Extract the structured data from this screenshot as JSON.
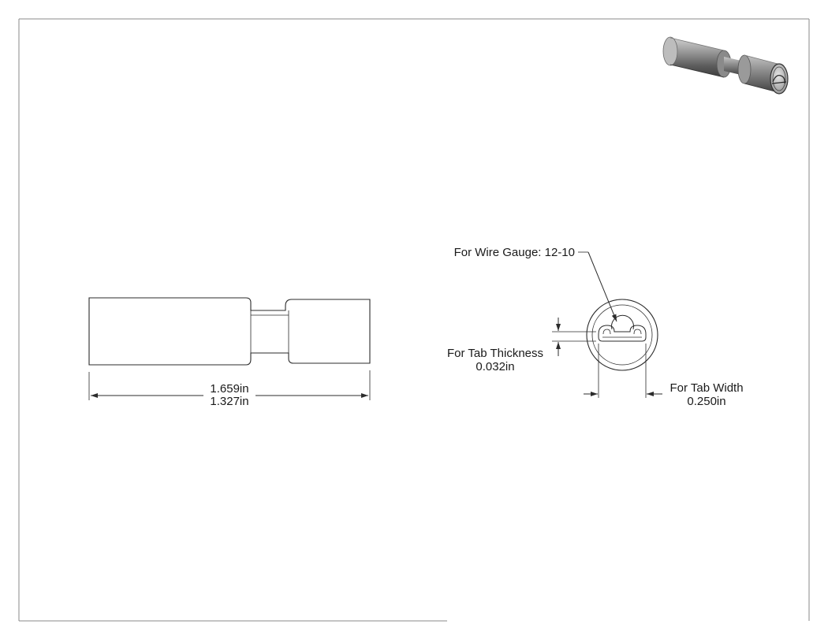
{
  "drawing": {
    "overall_dimension_primary": "1.659in",
    "overall_dimension_secondary": "1.327in",
    "wire_gauge_callout": "For Wire Gauge: 12-10",
    "tab_thickness_label": "For Tab Thickness",
    "tab_thickness_value": "0.032in",
    "tab_width_label": "For Tab Width",
    "tab_width_value": "0.250in"
  },
  "colors": {
    "line": "#2b2b2b",
    "frame": "#8a8a8a",
    "text": "#1a1a1a"
  }
}
